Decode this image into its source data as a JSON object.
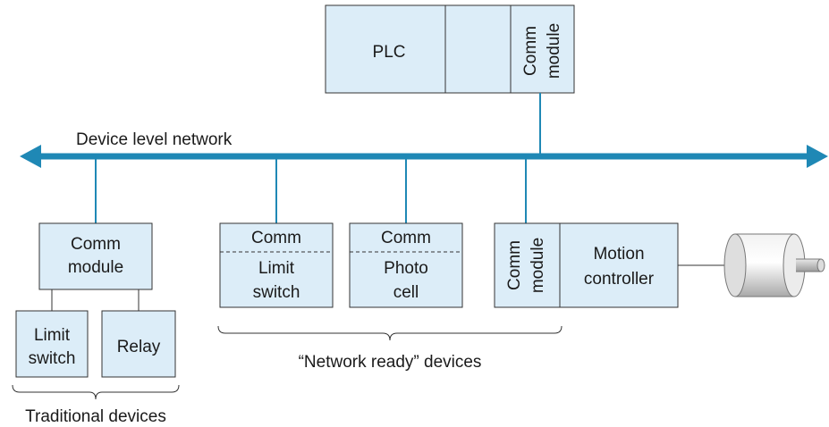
{
  "colors": {
    "network_line": "#1f88b5",
    "box_fill": "#dcedf8",
    "box_stroke": "#333333"
  },
  "plc": {
    "label": "PLC",
    "comm_line1": "Comm",
    "comm_line2": "module"
  },
  "network": {
    "label": "Device level network"
  },
  "traditional": {
    "comm_line1": "Comm",
    "comm_line2": "module",
    "limit_line1": "Limit",
    "limit_line2": "switch",
    "relay": "Relay",
    "group_label": "Traditional devices"
  },
  "network_ready": {
    "limit_comm": "Comm",
    "limit_line1": "Limit",
    "limit_line2": "switch",
    "photo_comm": "Comm",
    "photo_line1": "Photo",
    "photo_line2": "cell",
    "motion_comm_line1": "Comm",
    "motion_comm_line2": "module",
    "motion_line1": "Motion",
    "motion_line2": "controller",
    "group_label": "“Network ready” devices"
  },
  "motor": {
    "icon": "motor-icon"
  }
}
